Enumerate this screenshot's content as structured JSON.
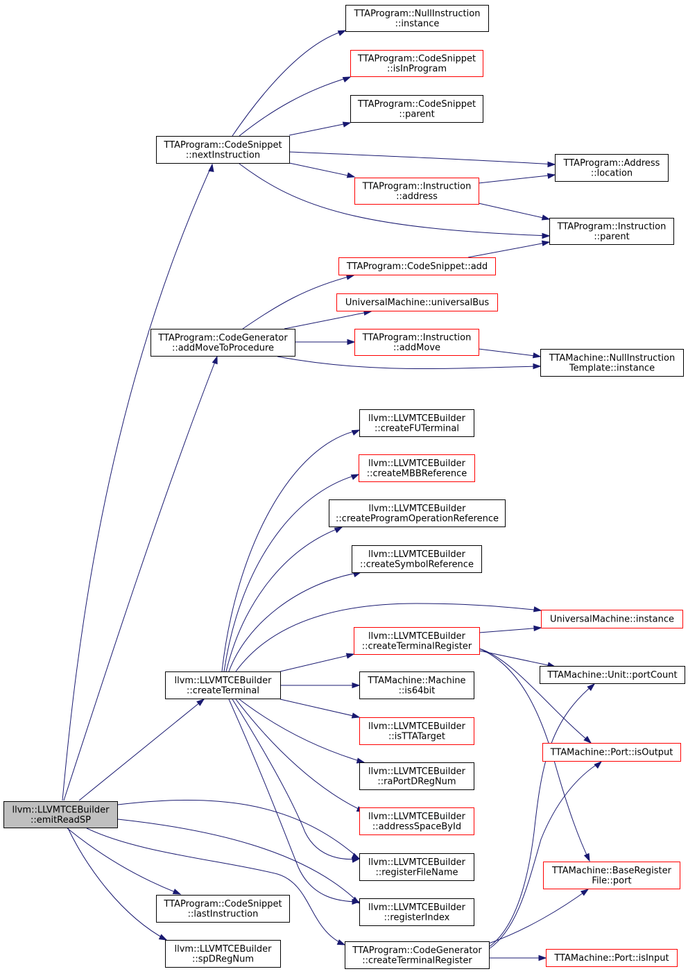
{
  "colors": {
    "edge": "#191970",
    "border_default": "#000000",
    "border_truncated": "#ff0000",
    "root_fill": "#bfbfbf",
    "node_fill": "#ffffff"
  },
  "nodes": [
    {
      "id": "emitReadSP",
      "lines": [
        "llvm::LLVMTCEBuilder",
        "::emitReadSP"
      ],
      "style": "root"
    },
    {
      "id": "nextInstruction",
      "lines": [
        "TTAProgram::CodeSnippet",
        "::nextInstruction"
      ],
      "style": "normal"
    },
    {
      "id": "addMoveToProcedure",
      "lines": [
        "TTAProgram::CodeGenerator",
        "::addMoveToProcedure"
      ],
      "style": "normal"
    },
    {
      "id": "createTerminal",
      "lines": [
        "llvm::LLVMTCEBuilder",
        "::createTerminal"
      ],
      "style": "normal"
    },
    {
      "id": "lastInstruction",
      "lines": [
        "TTAProgram::CodeSnippet",
        "::lastInstruction"
      ],
      "style": "normal"
    },
    {
      "id": "spDRegNum",
      "lines": [
        "llvm::LLVMTCEBuilder",
        "::spDRegNum"
      ],
      "style": "normal"
    },
    {
      "id": "cgCreateTerminalRegister",
      "lines": [
        "TTAProgram::CodeGenerator",
        "::createTerminalRegister"
      ],
      "style": "normal"
    },
    {
      "id": "nullInstructionInstance",
      "lines": [
        "TTAProgram::NullInstruction",
        "::instance"
      ],
      "style": "normal"
    },
    {
      "id": "isInProgram",
      "lines": [
        "TTAProgram::CodeSnippet",
        "::isInProgram"
      ],
      "style": "truncated"
    },
    {
      "id": "snippetParent",
      "lines": [
        "TTAProgram::CodeSnippet",
        "::parent"
      ],
      "style": "normal"
    },
    {
      "id": "addressLocation",
      "lines": [
        "TTAProgram::Address",
        "::location"
      ],
      "style": "normal"
    },
    {
      "id": "instructionAddress",
      "lines": [
        "TTAProgram::Instruction",
        "::address"
      ],
      "style": "truncated"
    },
    {
      "id": "instructionParent",
      "lines": [
        "TTAProgram::Instruction",
        "::parent"
      ],
      "style": "normal"
    },
    {
      "id": "snippetAdd",
      "lines": [
        "TTAProgram::CodeSnippet::add"
      ],
      "style": "truncated"
    },
    {
      "id": "universalBus",
      "lines": [
        "UniversalMachine::universalBus"
      ],
      "style": "truncated"
    },
    {
      "id": "instructionAddMove",
      "lines": [
        "TTAProgram::Instruction",
        "::addMove"
      ],
      "style": "truncated"
    },
    {
      "id": "nullInstructionTemplate",
      "lines": [
        "TTAMachine::NullInstruction",
        "Template::instance"
      ],
      "style": "normal"
    },
    {
      "id": "createFUTerminal",
      "lines": [
        "llvm::LLVMTCEBuilder",
        "::createFUTerminal"
      ],
      "style": "normal"
    },
    {
      "id": "createMBBReference",
      "lines": [
        "llvm::LLVMTCEBuilder",
        "::createMBBReference"
      ],
      "style": "truncated"
    },
    {
      "id": "createProgramOperationReference",
      "lines": [
        "llvm::LLVMTCEBuilder",
        "::createProgramOperationReference"
      ],
      "style": "normal"
    },
    {
      "id": "createSymbolReference",
      "lines": [
        "llvm::LLVMTCEBuilder",
        "::createSymbolReference"
      ],
      "style": "normal"
    },
    {
      "id": "universalMachineInstance",
      "lines": [
        "UniversalMachine::instance"
      ],
      "style": "truncated"
    },
    {
      "id": "builderCreateTerminalRegister",
      "lines": [
        "llvm::LLVMTCEBuilder",
        "::createTerminalRegister"
      ],
      "style": "truncated"
    },
    {
      "id": "unitPortCount",
      "lines": [
        "TTAMachine::Unit::portCount"
      ],
      "style": "normal"
    },
    {
      "id": "is64bit",
      "lines": [
        "TTAMachine::Machine",
        "::is64bit"
      ],
      "style": "normal"
    },
    {
      "id": "isTTATarget",
      "lines": [
        "llvm::LLVMTCEBuilder",
        "::isTTATarget"
      ],
      "style": "truncated"
    },
    {
      "id": "portIsOutput",
      "lines": [
        "TTAMachine::Port::isOutput"
      ],
      "style": "truncated"
    },
    {
      "id": "raPortDRegNum",
      "lines": [
        "llvm::LLVMTCEBuilder",
        "::raPortDRegNum"
      ],
      "style": "normal"
    },
    {
      "id": "addressSpaceById",
      "lines": [
        "llvm::LLVMTCEBuilder",
        "::addressSpaceById"
      ],
      "style": "truncated"
    },
    {
      "id": "registerFileName",
      "lines": [
        "llvm::LLVMTCEBuilder",
        "::registerFileName"
      ],
      "style": "normal"
    },
    {
      "id": "baseRegisterFilePort",
      "lines": [
        "TTAMachine::BaseRegister",
        "File::port"
      ],
      "style": "truncated"
    },
    {
      "id": "registerIndex",
      "lines": [
        "llvm::LLVMTCEBuilder",
        "::registerIndex"
      ],
      "style": "normal"
    },
    {
      "id": "portIsInput",
      "lines": [
        "TTAMachine::Port::isInput"
      ],
      "style": "truncated"
    }
  ],
  "edges": [
    [
      "emitReadSP",
      "nextInstruction"
    ],
    [
      "emitReadSP",
      "addMoveToProcedure"
    ],
    [
      "emitReadSP",
      "createTerminal"
    ],
    [
      "emitReadSP",
      "lastInstruction"
    ],
    [
      "emitReadSP",
      "spDRegNum"
    ],
    [
      "emitReadSP",
      "cgCreateTerminalRegister"
    ],
    [
      "emitReadSP",
      "registerFileName"
    ],
    [
      "emitReadSP",
      "registerIndex"
    ],
    [
      "nextInstruction",
      "nullInstructionInstance"
    ],
    [
      "nextInstruction",
      "isInProgram"
    ],
    [
      "nextInstruction",
      "snippetParent"
    ],
    [
      "nextInstruction",
      "addressLocation"
    ],
    [
      "nextInstruction",
      "instructionAddress"
    ],
    [
      "nextInstruction",
      "instructionParent"
    ],
    [
      "instructionAddress",
      "addressLocation"
    ],
    [
      "instructionAddress",
      "instructionParent"
    ],
    [
      "snippetAdd",
      "instructionParent"
    ],
    [
      "addMoveToProcedure",
      "snippetAdd"
    ],
    [
      "addMoveToProcedure",
      "universalBus"
    ],
    [
      "addMoveToProcedure",
      "instructionAddMove"
    ],
    [
      "addMoveToProcedure",
      "nullInstructionTemplate"
    ],
    [
      "instructionAddMove",
      "nullInstructionTemplate"
    ],
    [
      "createTerminal",
      "createFUTerminal"
    ],
    [
      "createTerminal",
      "createMBBReference"
    ],
    [
      "createTerminal",
      "createProgramOperationReference"
    ],
    [
      "createTerminal",
      "createSymbolReference"
    ],
    [
      "createTerminal",
      "universalMachineInstance"
    ],
    [
      "createTerminal",
      "builderCreateTerminalRegister"
    ],
    [
      "createTerminal",
      "is64bit"
    ],
    [
      "createTerminal",
      "isTTATarget"
    ],
    [
      "createTerminal",
      "raPortDRegNum"
    ],
    [
      "createTerminal",
      "addressSpaceById"
    ],
    [
      "createTerminal",
      "registerFileName"
    ],
    [
      "createTerminal",
      "registerIndex"
    ],
    [
      "builderCreateTerminalRegister",
      "universalMachineInstance"
    ],
    [
      "builderCreateTerminalRegister",
      "unitPortCount"
    ],
    [
      "builderCreateTerminalRegister",
      "portIsOutput"
    ],
    [
      "builderCreateTerminalRegister",
      "baseRegisterFilePort"
    ],
    [
      "cgCreateTerminalRegister",
      "unitPortCount"
    ],
    [
      "cgCreateTerminalRegister",
      "portIsOutput"
    ],
    [
      "cgCreateTerminalRegister",
      "baseRegisterFilePort"
    ],
    [
      "cgCreateTerminalRegister",
      "portIsInput"
    ]
  ]
}
